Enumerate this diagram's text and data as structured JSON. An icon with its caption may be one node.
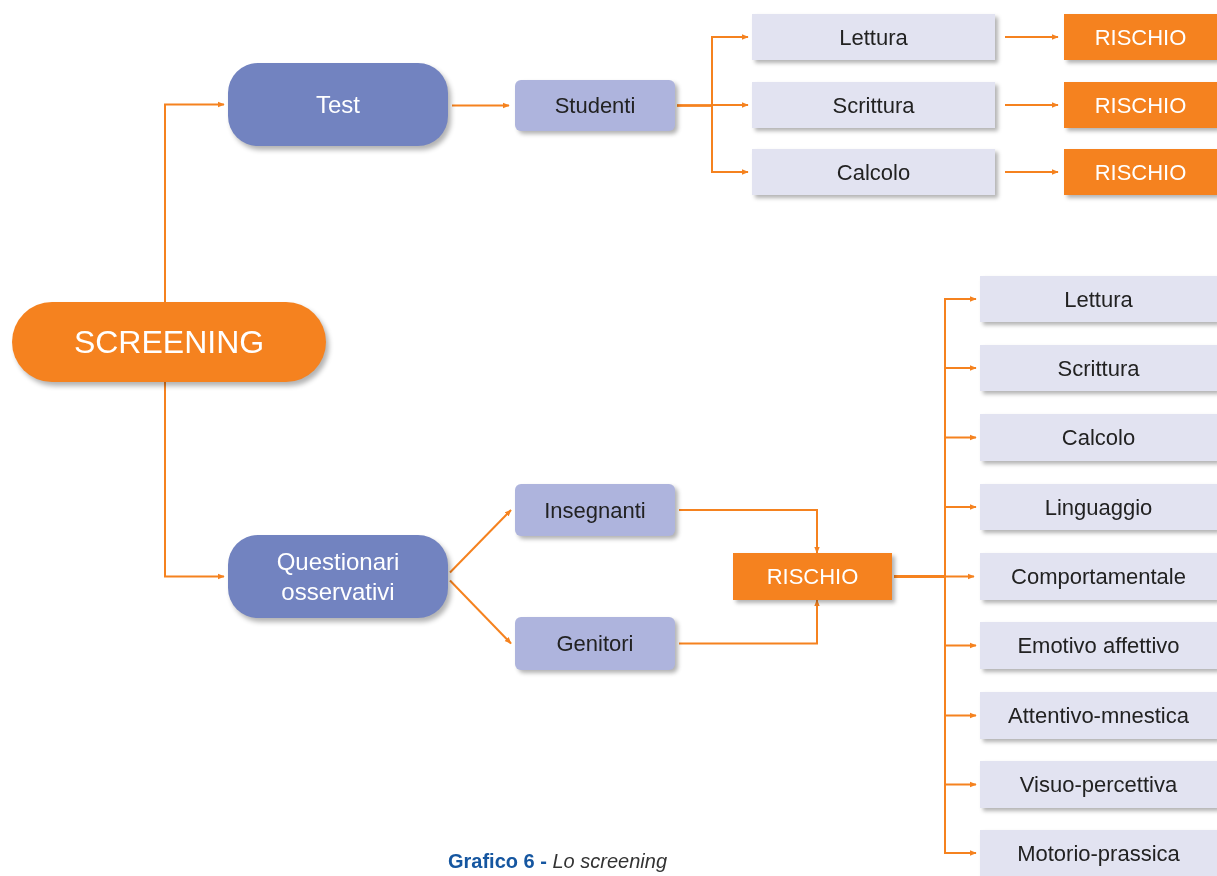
{
  "diagram": {
    "caption": "**Grafico 6 -** *Lo screening*",
    "nodes": [
      {
        "text": [
          "SCREENING"
        ]
      },
      {
        "text": [
          "Test"
        ]
      },
      {
        "text": [
          "Studenti"
        ]
      },
      {
        "text": [
          "Lettura"
        ]
      },
      {
        "text": [
          "Scrittura"
        ]
      },
      {
        "text": [
          "Calcolo"
        ]
      },
      {
        "text": [
          "RISCHIO"
        ]
      },
      {
        "text": [
          "RISCHIO"
        ]
      },
      {
        "text": [
          "RISCHIO"
        ]
      },
      {
        "text": [
          "Questionari osservativi"
        ]
      },
      {
        "text": [
          "Insegnanti"
        ]
      },
      {
        "text": [
          "Genitori"
        ]
      },
      {
        "text": [
          "RISCHIO"
        ]
      },
      {
        "text": [
          "Lettura"
        ]
      },
      {
        "text": [
          "Scrittura"
        ]
      },
      {
        "text": [
          "Calcolo"
        ]
      },
      {
        "text": [
          "Linguaggio"
        ]
      },
      {
        "text": [
          "Comportamentale"
        ]
      },
      {
        "text": [
          "Emotivo affettivo"
        ]
      },
      {
        "text": [
          "Attentivo-mnestica"
        ]
      },
      {
        "text": [
          "Visuo-percettiva"
        ]
      },
      {
        "text": [
          "Motorio-prassica"
        ]
      }
    ],
    "edges": [
      {
        "from": 0,
        "to": 1,
        "arrow": "to"
      },
      {
        "from": 0,
        "to": 9,
        "arrow": "to"
      },
      {
        "from": 1,
        "to": 2,
        "arrow": "to"
      },
      {
        "from": 2,
        "to": 3,
        "arrow": "to"
      },
      {
        "from": 2,
        "to": 4,
        "arrow": "to"
      },
      {
        "from": 2,
        "to": 5,
        "arrow": "to"
      },
      {
        "from": 3,
        "to": 6,
        "arrow": "to"
      },
      {
        "from": 4,
        "to": 7,
        "arrow": "to"
      },
      {
        "from": 5,
        "to": 8,
        "arrow": "to"
      },
      {
        "from": 9,
        "to": 10,
        "arrow": "to"
      },
      {
        "from": 9,
        "to": 11,
        "arrow": "to"
      },
      {
        "from": 10,
        "to": 12,
        "arrow": "to"
      },
      {
        "from": 11,
        "to": 12,
        "arrow": "to"
      },
      {
        "from": 12,
        "to": 13,
        "arrow": "to"
      },
      {
        "from": 12,
        "to": 14,
        "arrow": "to"
      },
      {
        "from": 12,
        "to": 15,
        "arrow": "to"
      },
      {
        "from": 12,
        "to": 16,
        "arrow": "to"
      },
      {
        "from": 12,
        "to": 17,
        "arrow": "to"
      },
      {
        "from": 12,
        "to": 18,
        "arrow": "to"
      },
      {
        "from": 12,
        "to": 19,
        "arrow": "to"
      },
      {
        "from": 12,
        "to": 20,
        "arrow": "to"
      },
      {
        "from": 12,
        "to": 21,
        "arrow": "to"
      }
    ]
  }
}
